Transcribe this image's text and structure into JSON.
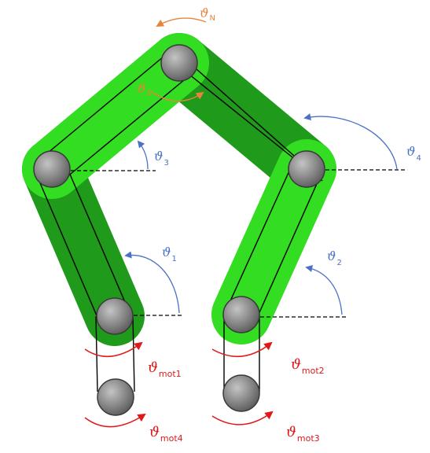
{
  "diagram": {
    "angles": {
      "theta_n": {
        "symbol": "ϑ",
        "sub": "N"
      },
      "theta_5": {
        "symbol": "ϑ",
        "sub": "5"
      },
      "theta_3": {
        "symbol": "ϑ",
        "sub": "3"
      },
      "theta_4": {
        "symbol": "ϑ",
        "sub": "4"
      },
      "theta_1": {
        "symbol": "ϑ",
        "sub": "1"
      },
      "theta_2": {
        "symbol": "ϑ",
        "sub": "2"
      },
      "theta_mot1": {
        "symbol": "ϑ",
        "sub": "mot1"
      },
      "theta_mot2": {
        "symbol": "ϑ",
        "sub": "mot2"
      },
      "theta_mot3": {
        "symbol": "ϑ",
        "sub": "mot3"
      },
      "theta_mot4": {
        "symbol": "ϑ",
        "sub": "mot4"
      }
    },
    "colors": {
      "link_light": "#33dd22",
      "link_dark": "#1f9a1a",
      "joint_fill": "#8a8a8a",
      "blue": "#4a72c4",
      "orange": "#e8843a",
      "red": "#e01818"
    }
  }
}
